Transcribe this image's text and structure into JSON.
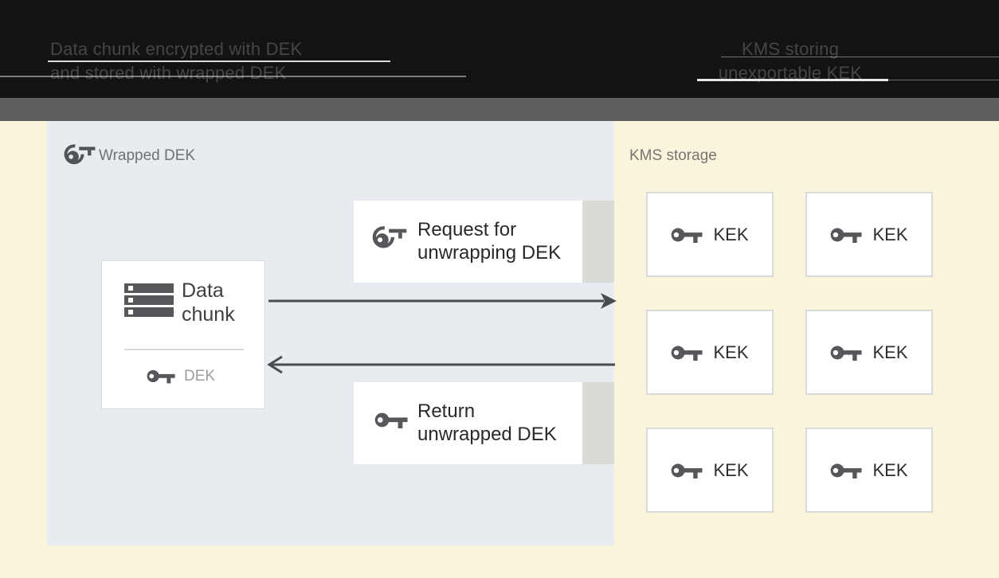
{
  "header": {
    "left_caption": [
      "Data chunk encrypted with DEK",
      "and stored with wrapped DEK"
    ],
    "right_caption": [
      "KMS storing",
      "unexportable KEK"
    ]
  },
  "wrapped_dek_panel": {
    "label": "Wrapped DEK",
    "data_chunk_box": {
      "title_lines": [
        "Data",
        "chunk"
      ],
      "key_label": "DEK"
    },
    "request_box": {
      "lines": [
        "Request for",
        "unwrapping DEK"
      ]
    },
    "return_box": {
      "lines": [
        "Return",
        "unwrapped DEK"
      ]
    }
  },
  "kms_panel": {
    "label": "KMS storage",
    "kek_items": [
      {
        "label": "KEK"
      },
      {
        "label": "KEK"
      },
      {
        "label": "KEK"
      },
      {
        "label": "KEK"
      },
      {
        "label": "KEK"
      },
      {
        "label": "KEK"
      }
    ]
  },
  "icons": {
    "wrapped_key": "wrapped-key-icon",
    "key": "key-icon",
    "server": "server-icon"
  },
  "colors": {
    "page_background": "#fbf4dd",
    "header_background": "#131313",
    "header_text": "#464646",
    "subheader_bar": "#5f5f5f",
    "panel_background": "#e8ebf0",
    "card_background": "#ffffff",
    "card_border": "#d8dadc",
    "icon_gray": "#55575a",
    "primary_text": "#2c2e30",
    "muted_text": "#6f7174",
    "faint_text": "#9b9da0",
    "arrow": "#4a4c4e",
    "tab_gray": "#dadad7"
  }
}
